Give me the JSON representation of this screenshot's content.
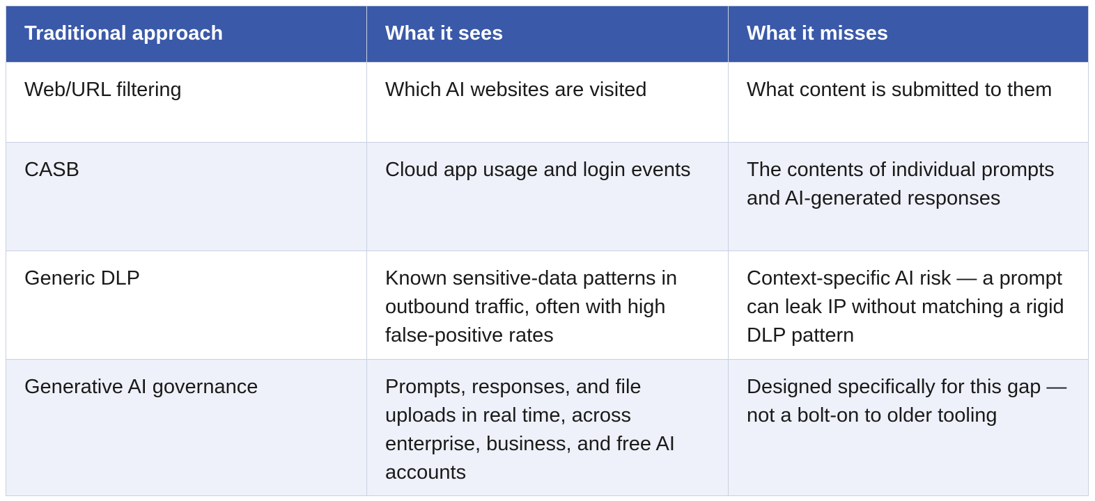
{
  "table": {
    "headers": [
      "Traditional approach",
      "What it sees",
      "What it misses"
    ],
    "rows": [
      [
        "Web/URL filtering",
        "Which AI websites are visited",
        "What content is submitted to them"
      ],
      [
        "CASB",
        "Cloud app usage and login events",
        "The contents of individual prompts and AI-generated responses"
      ],
      [
        "Generic DLP",
        "Known sensitive-data patterns in outbound traffic, often with high false-positive rates",
        "Context-specific AI risk — a prompt can leak IP without matching a rigid DLP pattern"
      ],
      [
        "Generative AI governance",
        "Prompts, responses, and file uploads in real time, across enterprise, business, and free AI accounts",
        "Designed specifically for this gap — not a bolt-on to older tooling"
      ]
    ]
  },
  "colors": {
    "header_bg": "#3a59a8",
    "header_text": "#ffffff",
    "row_alt_bg": "#eef1f9",
    "border": "#c9d0e2"
  }
}
